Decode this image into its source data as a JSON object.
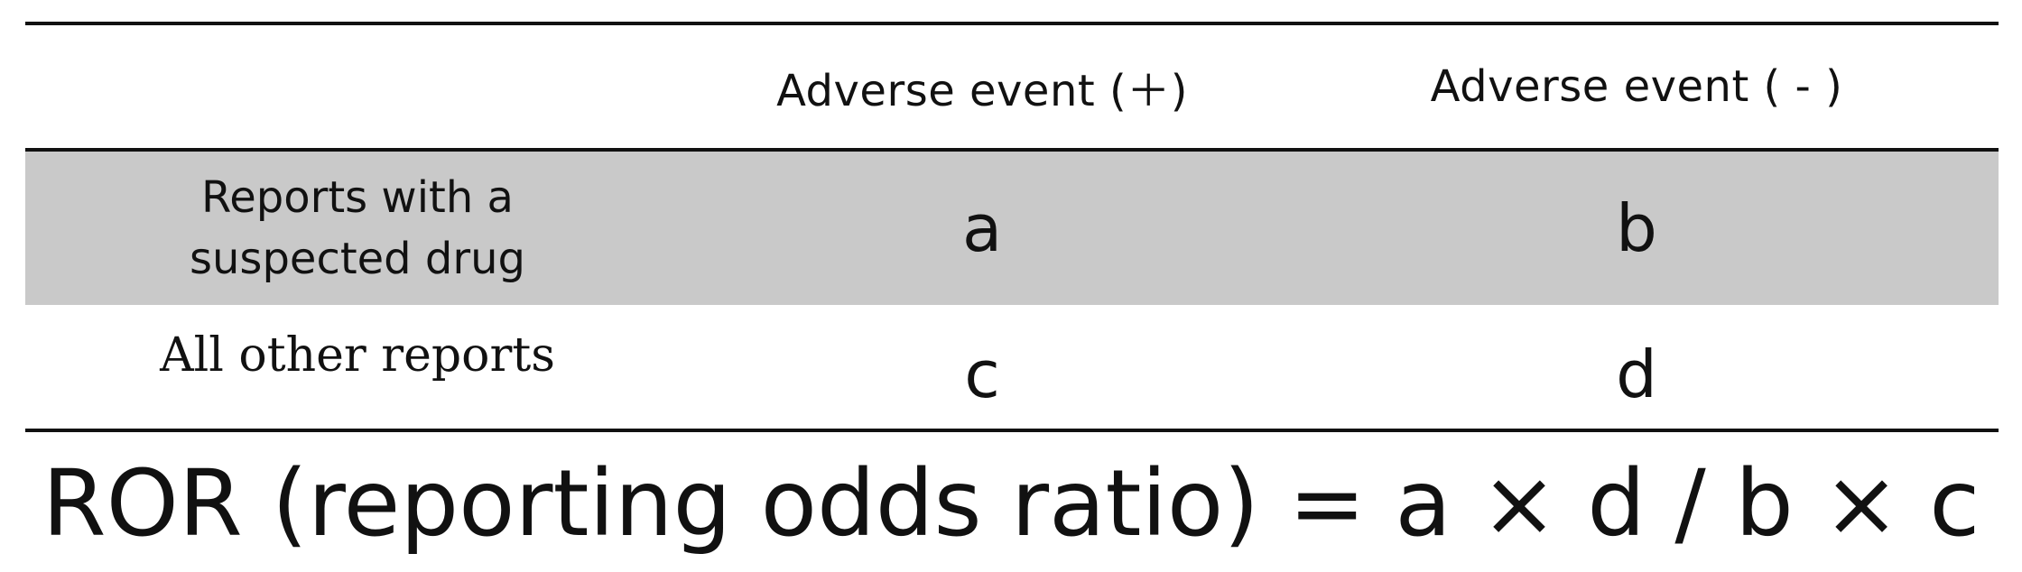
{
  "table": {
    "header": {
      "corner": "",
      "col1": "Adverse event (＋)",
      "col2": "Adverse event ( - )"
    },
    "rows": [
      {
        "label": "Reports with a suspected drug",
        "col1": "a",
        "col2": "b"
      },
      {
        "label": "All other reports",
        "col1": "c",
        "col2": "d"
      }
    ]
  },
  "formula": "ROR (reporting odds ratio) = a × d / b × c",
  "colors": {
    "highlight_row": "#c9c9c9",
    "rule": "#111111",
    "text": "#111111"
  }
}
